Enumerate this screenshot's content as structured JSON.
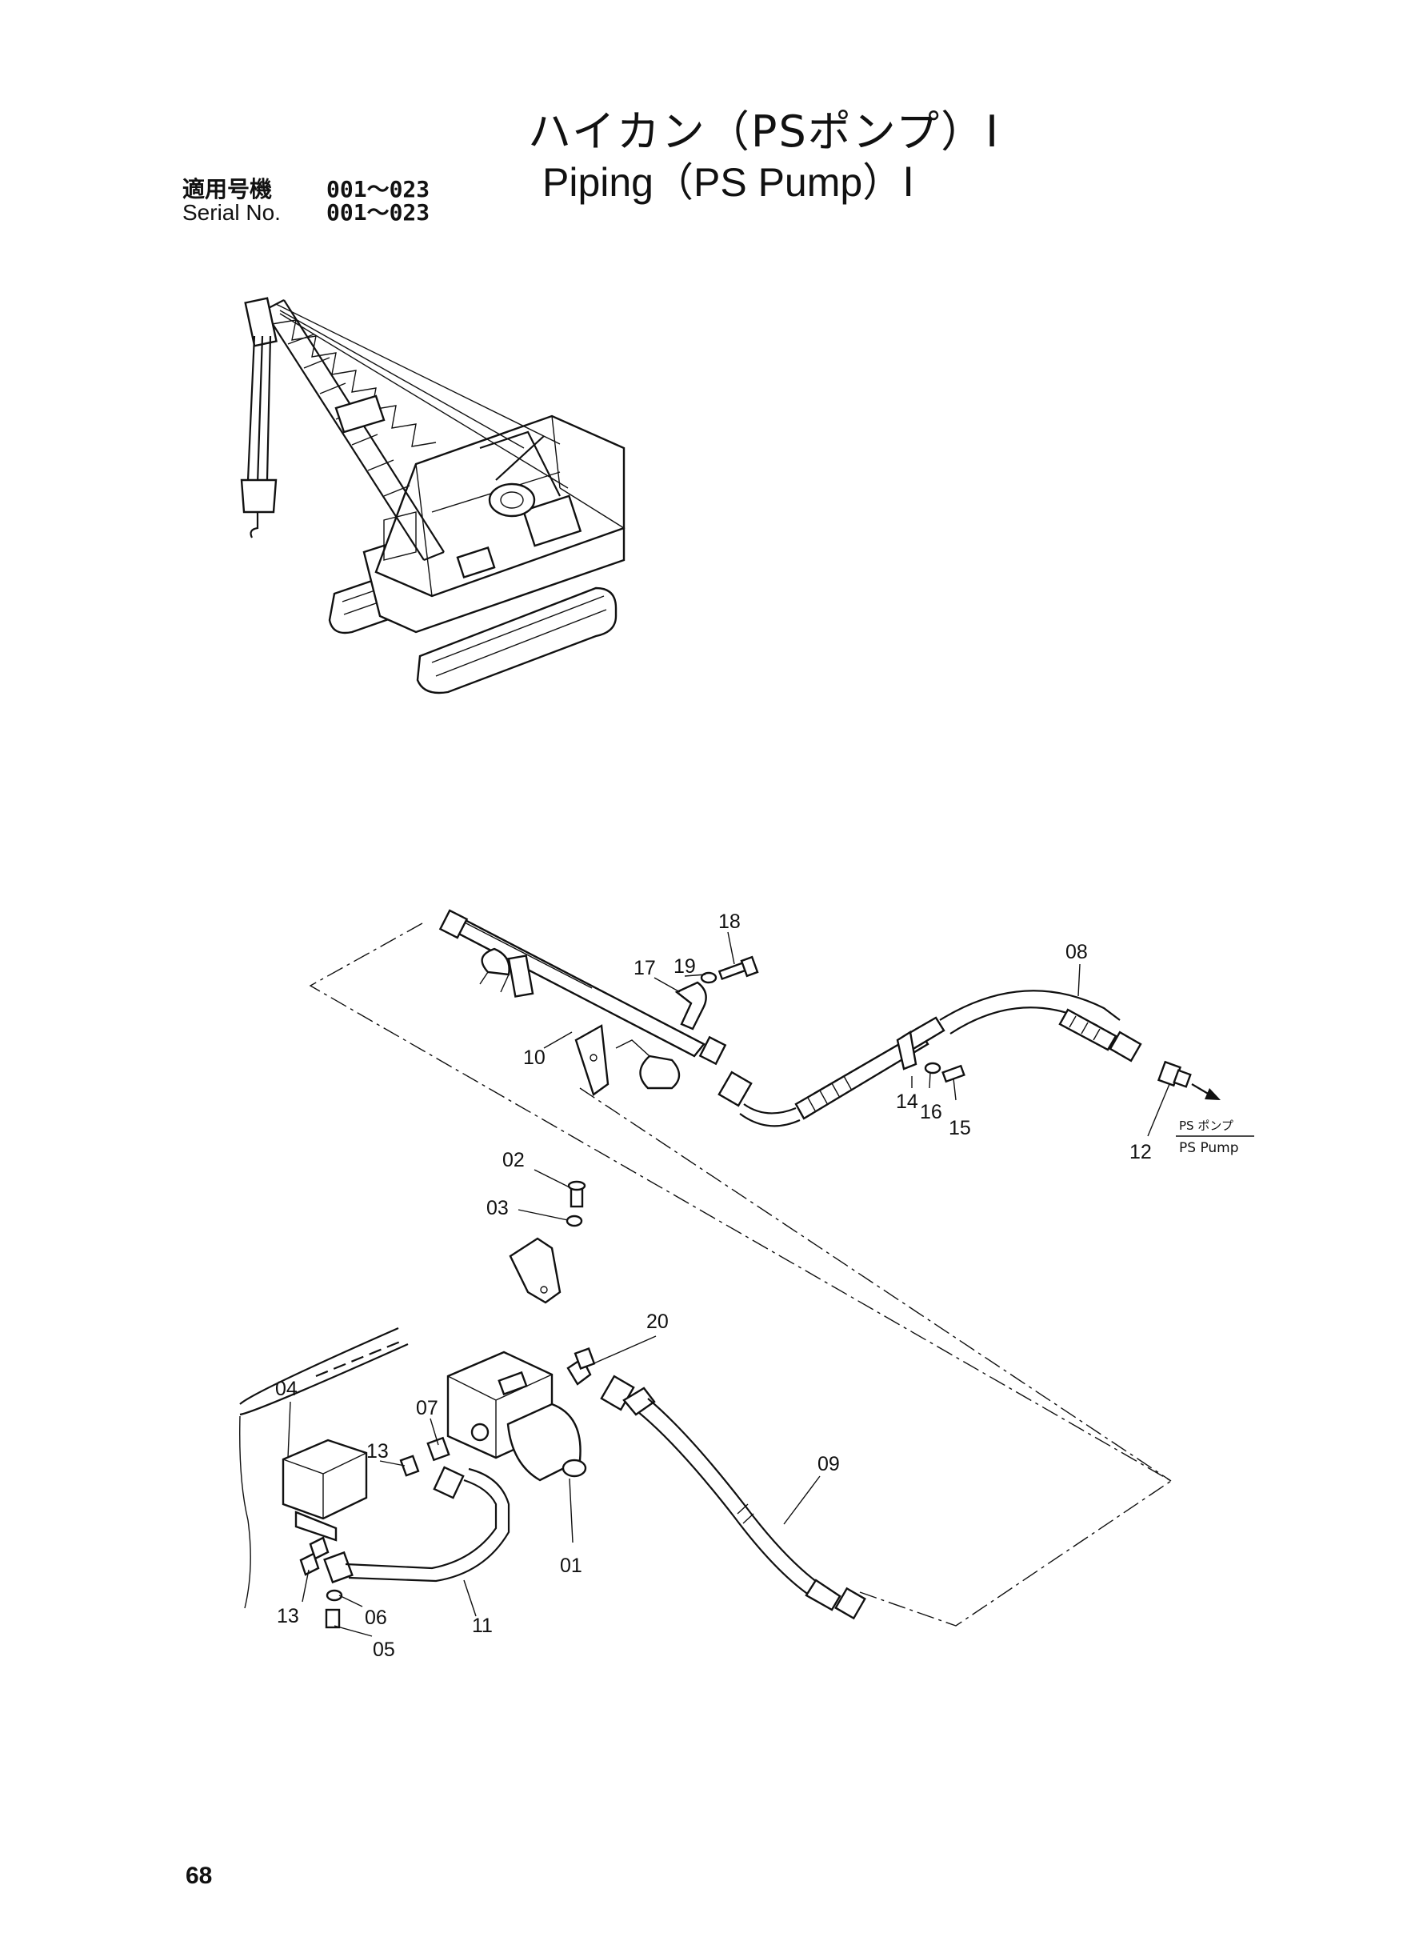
{
  "title_jp": "ハイカン（PSポンプ）Ⅰ",
  "title_en": "Piping（PS Pump）Ⅰ",
  "serial": {
    "label_jp": "適用号機",
    "label_en": "Serial No.",
    "value": "001～023"
  },
  "page_number": "68",
  "destination": {
    "jp": "PS ポンプ",
    "en": "PS Pump"
  },
  "callouts": {
    "c01": "01",
    "c02": "02",
    "c03": "03",
    "c04": "04",
    "c05": "05",
    "c06": "06",
    "c07": "07",
    "c08": "08",
    "c09": "09",
    "c10": "10",
    "c11": "11",
    "c12": "12",
    "c13a": "13",
    "c13b": "13",
    "c14": "14",
    "c15": "15",
    "c16": "16",
    "c17": "17",
    "c18": "18",
    "c19": "19",
    "c20": "20"
  }
}
